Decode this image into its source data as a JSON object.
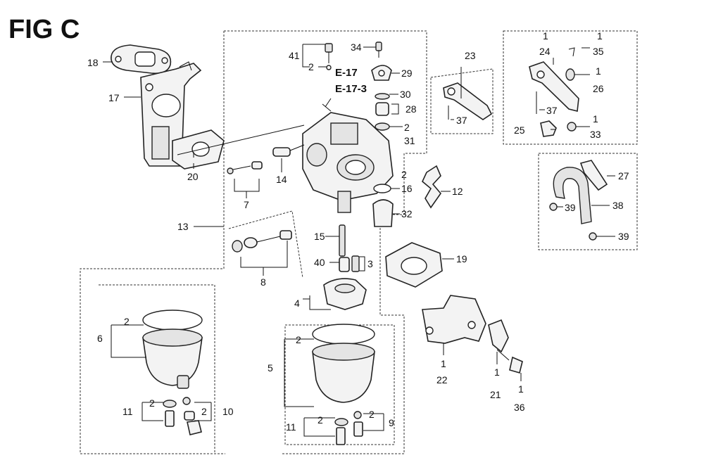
{
  "figure": {
    "title": "FIG C",
    "references": [
      "E-17",
      "E-17-3"
    ]
  },
  "callouts": [
    {
      "id": "c18",
      "text": "18"
    },
    {
      "id": "c17",
      "text": "17"
    },
    {
      "id": "c20",
      "text": "20"
    },
    {
      "id": "c13",
      "text": "13"
    },
    {
      "id": "c7",
      "text": "7"
    },
    {
      "id": "c14",
      "text": "14"
    },
    {
      "id": "c8",
      "text": "8"
    },
    {
      "id": "c41",
      "text": "41"
    },
    {
      "id": "c41q",
      "text": "2"
    },
    {
      "id": "c34",
      "text": "34"
    },
    {
      "id": "c29",
      "text": "29"
    },
    {
      "id": "c30",
      "text": "30"
    },
    {
      "id": "c28",
      "text": "28"
    },
    {
      "id": "c31q",
      "text": "2"
    },
    {
      "id": "c31",
      "text": "31"
    },
    {
      "id": "c16q",
      "text": "2"
    },
    {
      "id": "c16",
      "text": "16"
    },
    {
      "id": "c12",
      "text": "12"
    },
    {
      "id": "c32",
      "text": "32"
    },
    {
      "id": "c15",
      "text": "15"
    },
    {
      "id": "c40",
      "text": "40"
    },
    {
      "id": "c3",
      "text": "3"
    },
    {
      "id": "c4",
      "text": "4"
    },
    {
      "id": "c23",
      "text": "23"
    },
    {
      "id": "c37a",
      "text": "37"
    },
    {
      "id": "c24q",
      "text": "1"
    },
    {
      "id": "c24",
      "text": "24"
    },
    {
      "id": "c35q",
      "text": "1"
    },
    {
      "id": "c35",
      "text": "35"
    },
    {
      "id": "c26q",
      "text": "1"
    },
    {
      "id": "c26",
      "text": "26"
    },
    {
      "id": "c37b",
      "text": "37"
    },
    {
      "id": "c33q",
      "text": "1"
    },
    {
      "id": "c33",
      "text": "33"
    },
    {
      "id": "c25",
      "text": "25"
    },
    {
      "id": "c27",
      "text": "27"
    },
    {
      "id": "c38",
      "text": "38"
    },
    {
      "id": "c39a",
      "text": "39"
    },
    {
      "id": "c39b",
      "text": "39"
    },
    {
      "id": "c19",
      "text": "19"
    },
    {
      "id": "c22q",
      "text": "1"
    },
    {
      "id": "c22",
      "text": "22"
    },
    {
      "id": "c21q",
      "text": "1"
    },
    {
      "id": "c21",
      "text": "21"
    },
    {
      "id": "c36q",
      "text": "1"
    },
    {
      "id": "c36",
      "text": "36"
    },
    {
      "id": "c6q",
      "text": "2"
    },
    {
      "id": "c6",
      "text": "6"
    },
    {
      "id": "c11aq",
      "text": "2"
    },
    {
      "id": "c11a",
      "text": "11"
    },
    {
      "id": "c10q",
      "text": "2"
    },
    {
      "id": "c10",
      "text": "10"
    },
    {
      "id": "c5q",
      "text": "2"
    },
    {
      "id": "c5",
      "text": "5"
    },
    {
      "id": "c11bq",
      "text": "2"
    },
    {
      "id": "c11b",
      "text": "11"
    },
    {
      "id": "c9q",
      "text": "2"
    },
    {
      "id": "c9",
      "text": "9"
    }
  ]
}
